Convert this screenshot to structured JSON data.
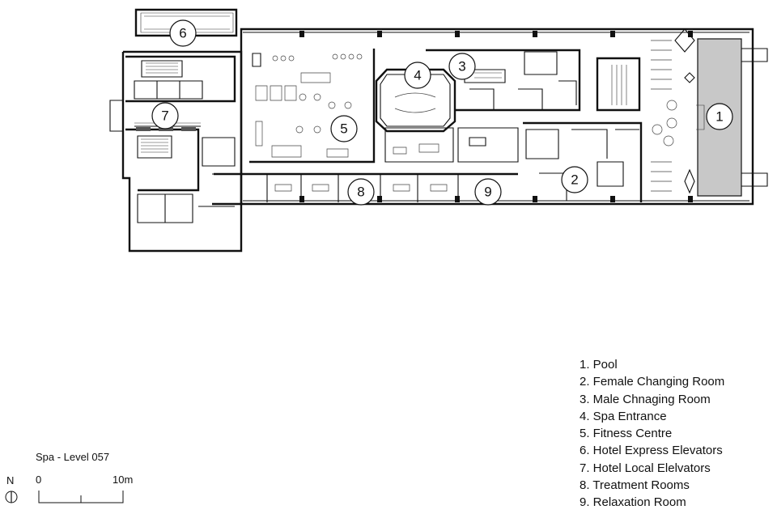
{
  "drawing": {
    "title": "Spa - Level 057",
    "north_label": "N",
    "scale": {
      "start_label": "0",
      "end_label": "10m"
    }
  },
  "callouts": [
    {
      "number": "1"
    },
    {
      "number": "2"
    },
    {
      "number": "3"
    },
    {
      "number": "4"
    },
    {
      "number": "5"
    },
    {
      "number": "6"
    },
    {
      "number": "7"
    },
    {
      "number": "8"
    },
    {
      "number": "9"
    }
  ],
  "legend": [
    "1. Pool",
    "2. Female Changing Room",
    "3. Male Chnaging Room",
    "4. Spa Entrance",
    "5. Fitness Centre",
    "6. Hotel Express Elevators",
    "7. Hotel Local Elelvators",
    "8. Treatment Rooms",
    "9. Relaxation Room"
  ],
  "colors": {
    "ink": "#111111",
    "pool_fill": "#c8c8c8",
    "background": "#ffffff"
  }
}
